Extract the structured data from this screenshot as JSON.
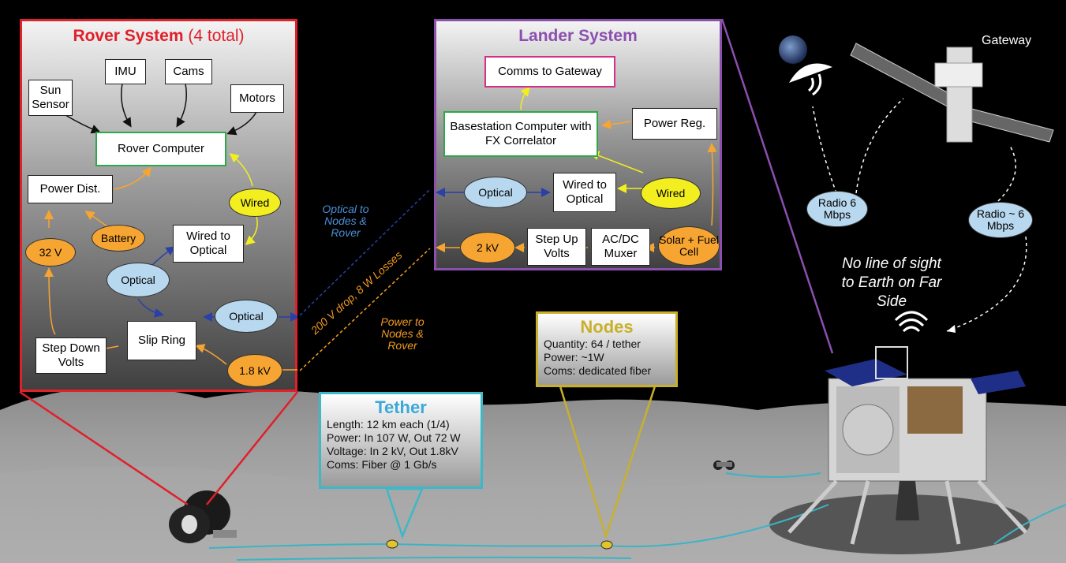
{
  "rover": {
    "title": "Rover System",
    "title_suffix": "(4 total)",
    "blocks": {
      "sun_sensor": "Sun Sensor",
      "imu": "IMU",
      "cams": "Cams",
      "motors": "Motors",
      "rover_computer": "Rover Computer",
      "power_dist": "Power Dist.",
      "wired_to_optical": "Wired to Optical",
      "slip_ring": "Slip Ring",
      "step_down_volts": "Step Down Volts"
    },
    "ovals": {
      "wired": "Wired",
      "battery": "Battery",
      "v32": "32 V",
      "optical1": "Optical",
      "optical2": "Optical",
      "kv18": "1.8 kV"
    }
  },
  "lander": {
    "title": "Lander System",
    "blocks": {
      "comms": "Comms to Gateway",
      "basestation": "Basestation Computer with FX Correlator",
      "power_reg": "Power Reg.",
      "wired_to_optical": "Wired to Optical",
      "step_up": "Step Up Volts",
      "acdc": "AC/DC Muxer"
    },
    "ovals": {
      "optical": "Optical",
      "wired": "Wired",
      "kv2": "2 kV",
      "solar": "Solar + Fuel Cell"
    }
  },
  "links": {
    "optical_label": "Optical to Nodes & Rover",
    "power_label": "Power to Nodes & Rover",
    "drop_label": "200 V drop, 8 W Losses"
  },
  "tether": {
    "title": "Tether",
    "lines": [
      "Length: 12 km each (1/4)",
      "Power: In 107 W, Out 72 W",
      "Voltage: In 2 kV, Out 1.8kV",
      "Coms: Fiber @ 1 Gb/s"
    ]
  },
  "nodes": {
    "title": "Nodes",
    "lines": [
      "Quantity: 64 / tether",
      "Power: ~1W",
      "Coms: dedicated fiber"
    ]
  },
  "space": {
    "gateway_label": "Gateway",
    "radio1": "Radio 6 Mbps",
    "radio2": "Radio ~ 6 Mbps",
    "no_los": "No line of sight to Earth on Far Side"
  },
  "colors": {
    "rover_accent": "#e0202a",
    "lander_accent": "#8b4fb0",
    "tether_accent": "#3cb8c8",
    "nodes_accent": "#c9b02c",
    "optical_text": "#4a90d9",
    "power_text": "#f29a1f"
  }
}
